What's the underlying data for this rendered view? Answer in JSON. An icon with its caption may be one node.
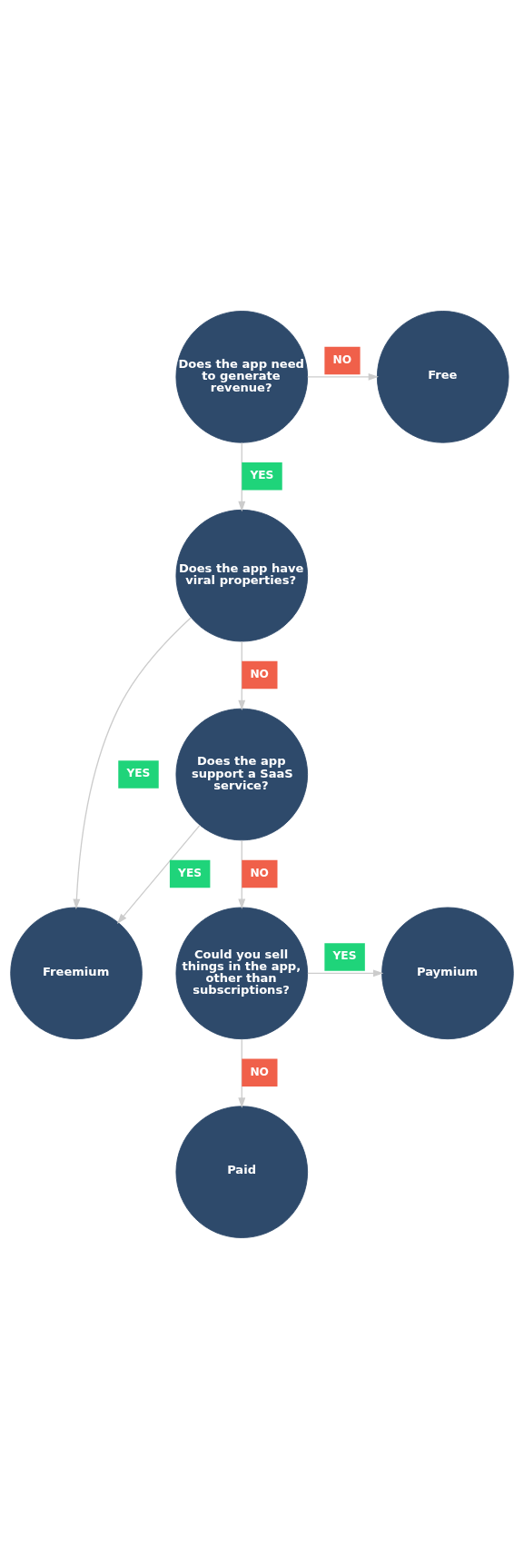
{
  "diagram": {
    "nodes": [
      {
        "text": [
          "Does the app need to generate revenue?"
        ]
      },
      {
        "text": [
          "Free"
        ]
      },
      {
        "text": [
          "Does the app have viral properties?"
        ]
      },
      {
        "text": [
          "Freemium"
        ]
      },
      {
        "text": [
          "Does the app support a SaaS service?"
        ]
      },
      {
        "text": [
          "Could you sell things in the app, other than subscriptions?"
        ]
      },
      {
        "text": [
          "Paymium"
        ]
      },
      {
        "text": [
          "Paid"
        ]
      }
    ],
    "edges": [
      {
        "from": 0,
        "to": 1,
        "arrow": "to",
        "label": "NO"
      },
      {
        "from": 0,
        "to": 2,
        "arrow": "to",
        "label": "YES"
      },
      {
        "from": 2,
        "to": 3,
        "arrow": "to",
        "label": "YES"
      },
      {
        "from": 2,
        "to": 4,
        "arrow": "to",
        "label": "NO"
      },
      {
        "from": 4,
        "to": 3,
        "arrow": "to",
        "label": "YES"
      },
      {
        "from": 4,
        "to": 5,
        "arrow": "to",
        "label": "NO"
      },
      {
        "from": 5,
        "to": 6,
        "arrow": "to",
        "label": "YES"
      },
      {
        "from": 5,
        "to": 7,
        "arrow": "to",
        "label": "NO"
      }
    ]
  }
}
